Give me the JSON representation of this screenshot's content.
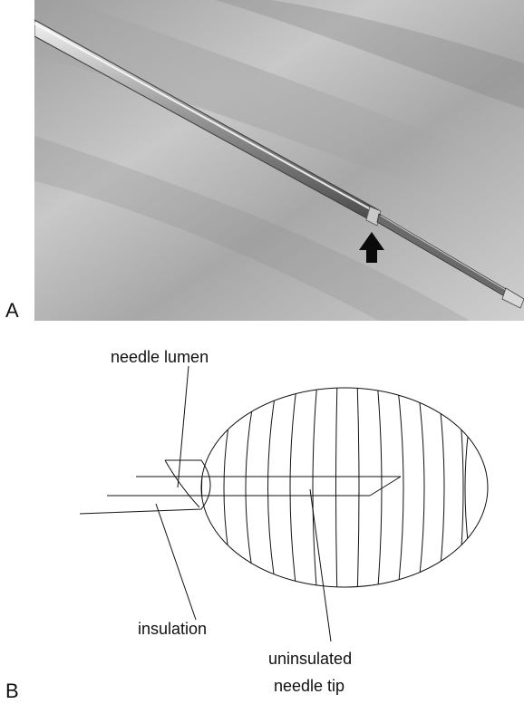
{
  "panels": {
    "a_label": "A",
    "b_label": "B"
  },
  "photo": {
    "subject": "needle-photograph",
    "marker": "arrow"
  },
  "schematic": {
    "labels": {
      "needle_lumen": "needle lumen",
      "insulation": "insulation",
      "tip_line1": "uninsulated",
      "tip_line2": "needle tip"
    }
  },
  "colors": {
    "line": "#111111",
    "photo_bg": "#b9b9b9"
  }
}
